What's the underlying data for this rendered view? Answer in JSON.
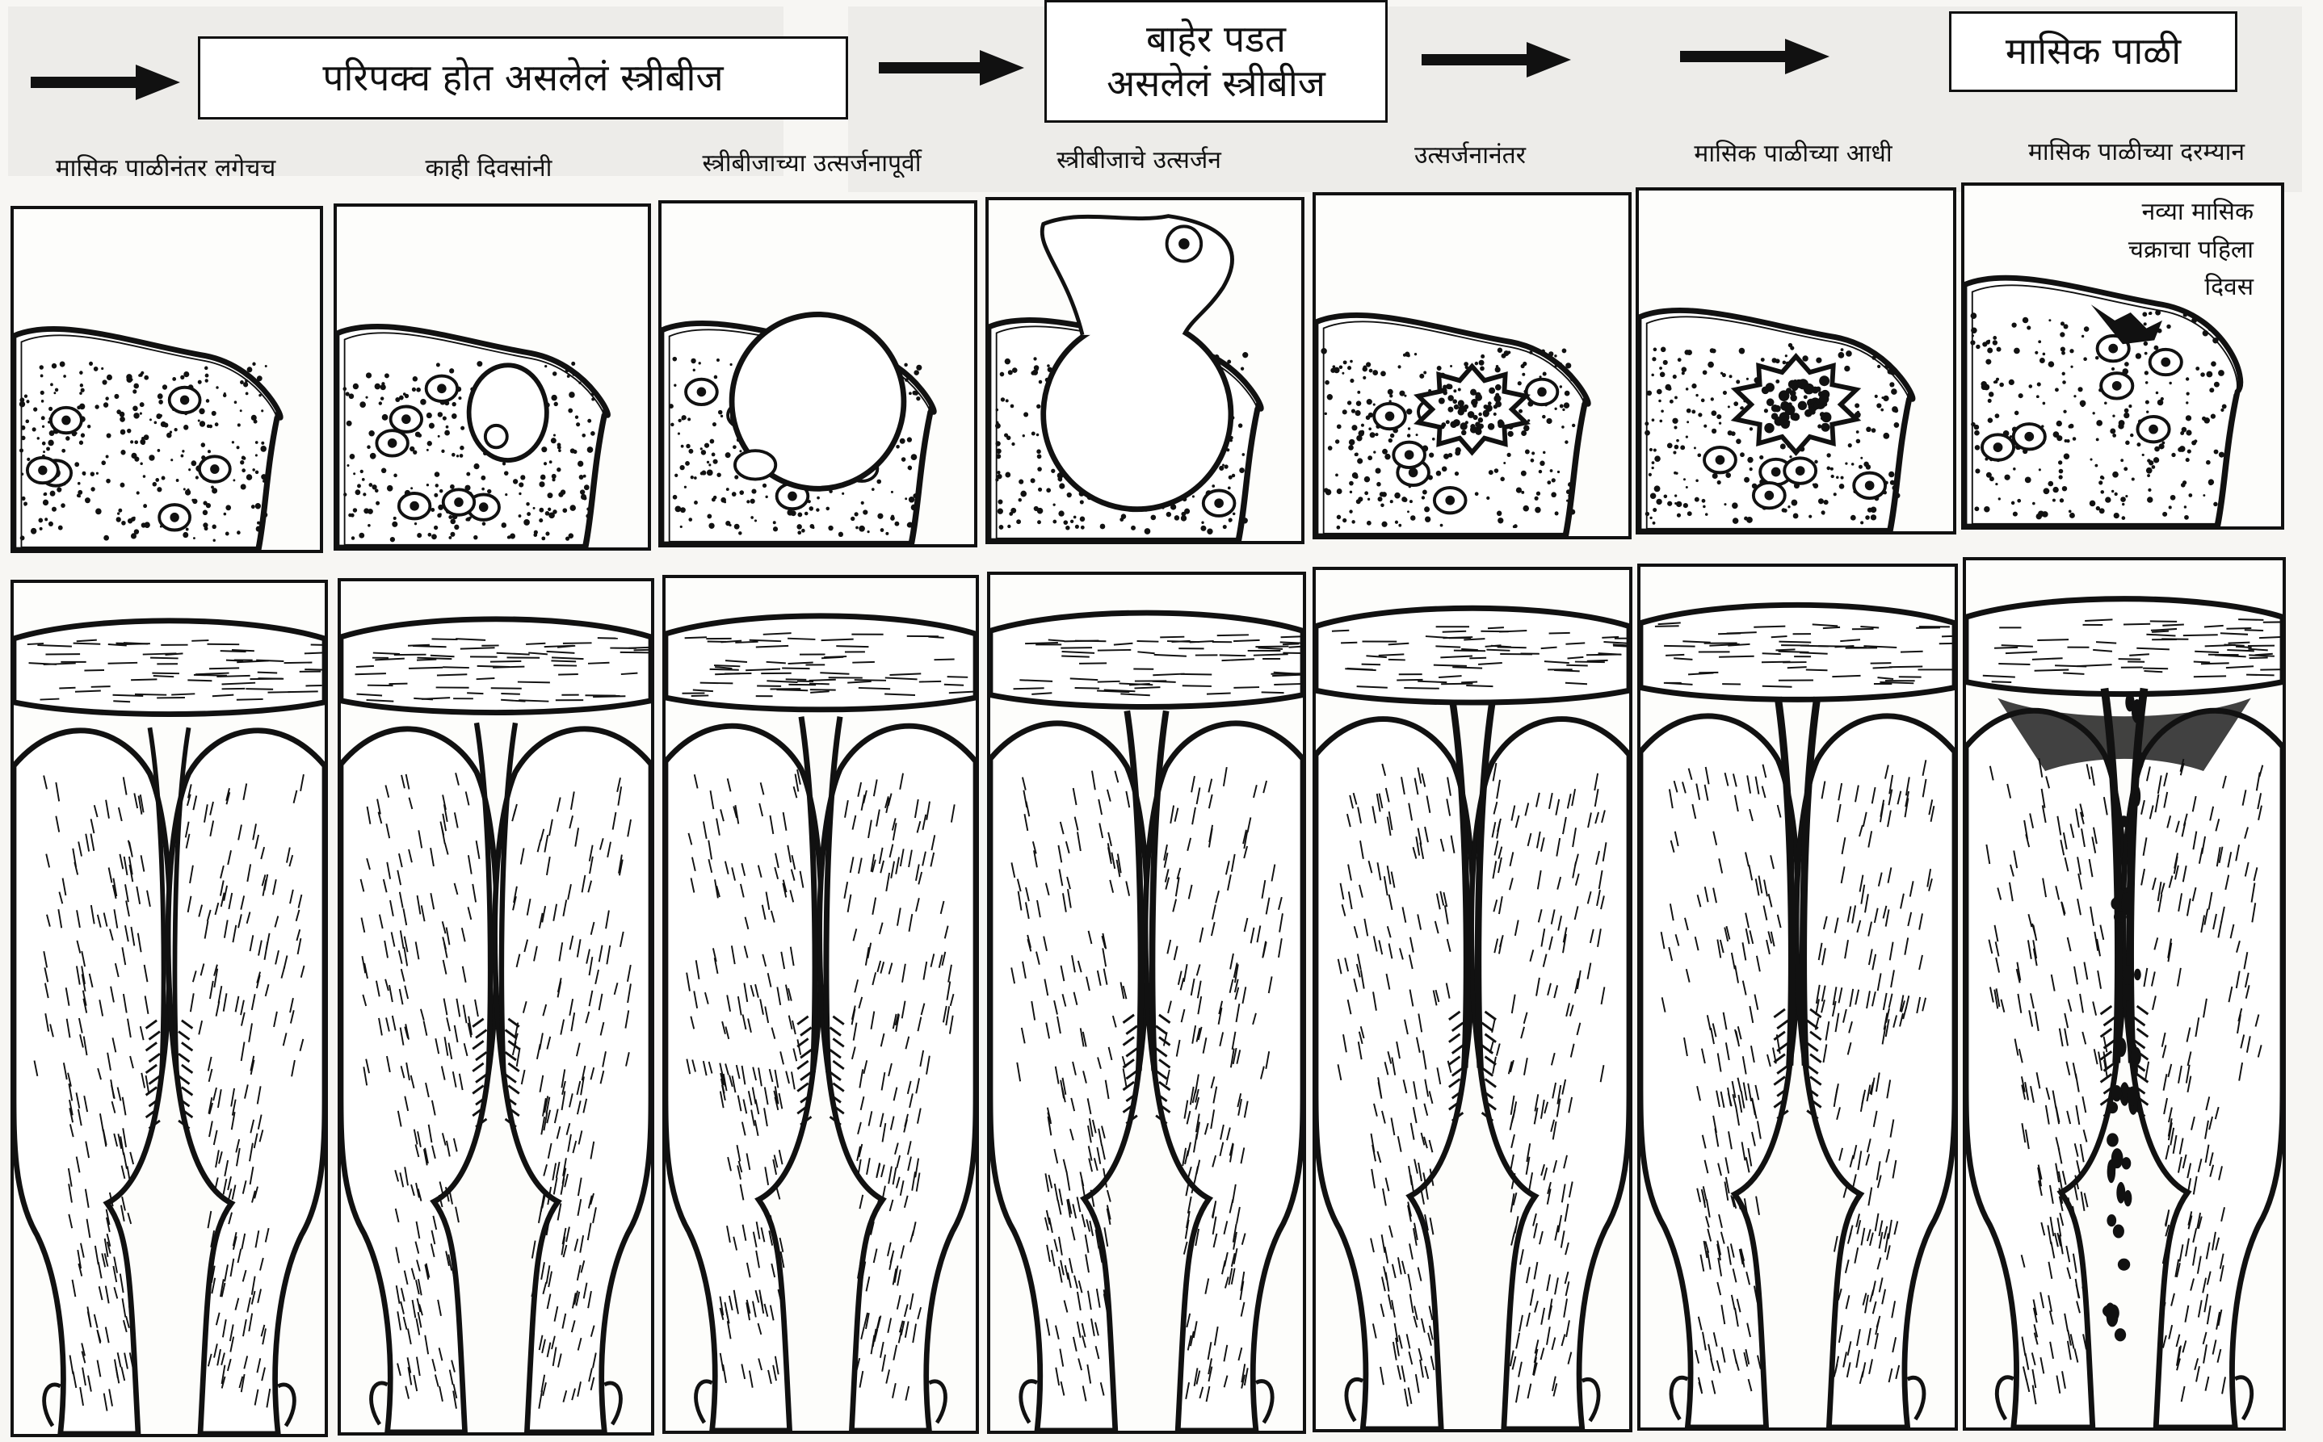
{
  "stages": {
    "maturing_ovum": "परिपक्व होत असलेलं स्त्रीबीज",
    "released_ovum_line1": "बाहेर पडत",
    "released_ovum_line2": "असलेलं स्त्रीबीज",
    "menstruation": "मासिक पाळी"
  },
  "captions": [
    "मासिक पाळीनंतर लगेचच",
    "काही दिवसांनी",
    "स्त्रीबीजाच्या उत्सर्जनापूर्वी",
    "स्त्रीबीजाचे उत्सर्जन",
    "उत्सर्जनानंतर",
    "मासिक पाळीच्या आधी",
    "मासिक पाळीच्या दरम्यान"
  ],
  "note": {
    "line1": "नव्या मासिक",
    "line2": "चक्राचा पहिला",
    "line3": "दिवस"
  },
  "colors": {
    "ink": "#111111",
    "paper": "#fdfdfb",
    "background": "#f7f6f3"
  }
}
